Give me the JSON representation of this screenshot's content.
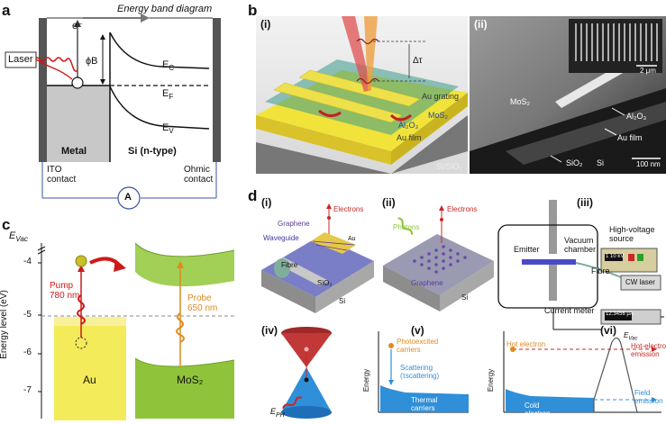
{
  "panels": {
    "a": {
      "letter": "a",
      "title": "Energy band diagram",
      "laser": "Laser",
      "electron": "e⁻",
      "phiB": "ϕB",
      "ec": "E",
      "ec_sub": "C",
      "ef": "E",
      "ef_sub": "F",
      "ev": "E",
      "ev_sub": "V",
      "metal": "Metal",
      "si": "Si (n-type)",
      "ito": [
        "ITO",
        "contact"
      ],
      "ohmic": [
        "Ohmic",
        "contact"
      ],
      "ammeter": "A"
    },
    "b": {
      "letter": "b",
      "sub_i": "(i)",
      "sub_ii": "(ii)",
      "delta_tau": "Δτ",
      "au_grating": "Au grating",
      "al2o3": "Al₂O₃",
      "mos2": "MoS₂",
      "au_film": "Au film",
      "substrate": "Si/SiO₂",
      "sem_mos2": "MoS₂",
      "sem_al2o3": "Al₂O₃",
      "sem_aufilm": "Au film",
      "sem_sio2": "SiO₂",
      "sem_si": "Si",
      "scale1": "2 μm",
      "scale2": "100 nm"
    },
    "c": {
      "letter": "c",
      "evac": "E",
      "evac_sub": "Vac",
      "ylabel": "Energy level (eV)",
      "ticks": [
        "-4",
        "-5",
        "-6",
        "-7"
      ],
      "pump": [
        "Pump",
        "780 nm"
      ],
      "probe": [
        "Probe",
        "650 nm"
      ],
      "au": "Au",
      "mos2": "MoS₂"
    },
    "d": {
      "letter": "d",
      "sub_i": "(i)",
      "sub_ii": "(ii)",
      "sub_iii": "(iii)",
      "sub_iv": "(iv)",
      "sub_v": "(v)",
      "sub_vi": "(vi)",
      "i_electrons": "Electrons",
      "i_graphene": "Graphene",
      "i_waveguide": "Waveguide",
      "i_fibre": "Fibre",
      "i_sio2": "SiO₂",
      "i_si": "Si",
      "i_au": "Au",
      "ii_electrons": "Electrons",
      "ii_photons": "Photons",
      "ii_graphene": "Graphene",
      "ii_si": "Si",
      "iii_emitter": "Emitter",
      "iii_vacuum": [
        "Vacuum",
        "chamber"
      ],
      "iii_hv": [
        "High-voltage",
        "source"
      ],
      "iii_fibre": "Fibre",
      "iii_cw": "CW laser",
      "iii_meter": "Current meter",
      "iii_hv_display": "1 10 kV",
      "iii_meter_display": "12.3456 μA",
      "iv_eph": "E",
      "iv_eph_sub": "PH",
      "v_photo": [
        "Photoexcited",
        "carriers"
      ],
      "v_scatter": [
        "Scattering",
        "(τscattering)"
      ],
      "v_thermal": [
        "Thermal",
        "carriers"
      ],
      "v_energy": "Energy",
      "vi_energy": "Energy",
      "vi_hot": "Hot electron",
      "vi_evac": "E",
      "vi_evac_sub": "Vac",
      "vi_hotemission": [
        "Hot-electron",
        "emission"
      ],
      "vi_field": [
        "Field",
        "emission"
      ],
      "vi_cold": [
        "Cold",
        "electron"
      ]
    }
  },
  "colors": {
    "band": "#111111",
    "metal": "#c8c8c8",
    "dark_bar": "#555555",
    "laser_red": "#d01818",
    "gold": "#f1e33a",
    "green": "#8fc43a",
    "purple": "#7a5bbf",
    "blue": "#2f8fd8",
    "orange": "#e08a1e"
  }
}
